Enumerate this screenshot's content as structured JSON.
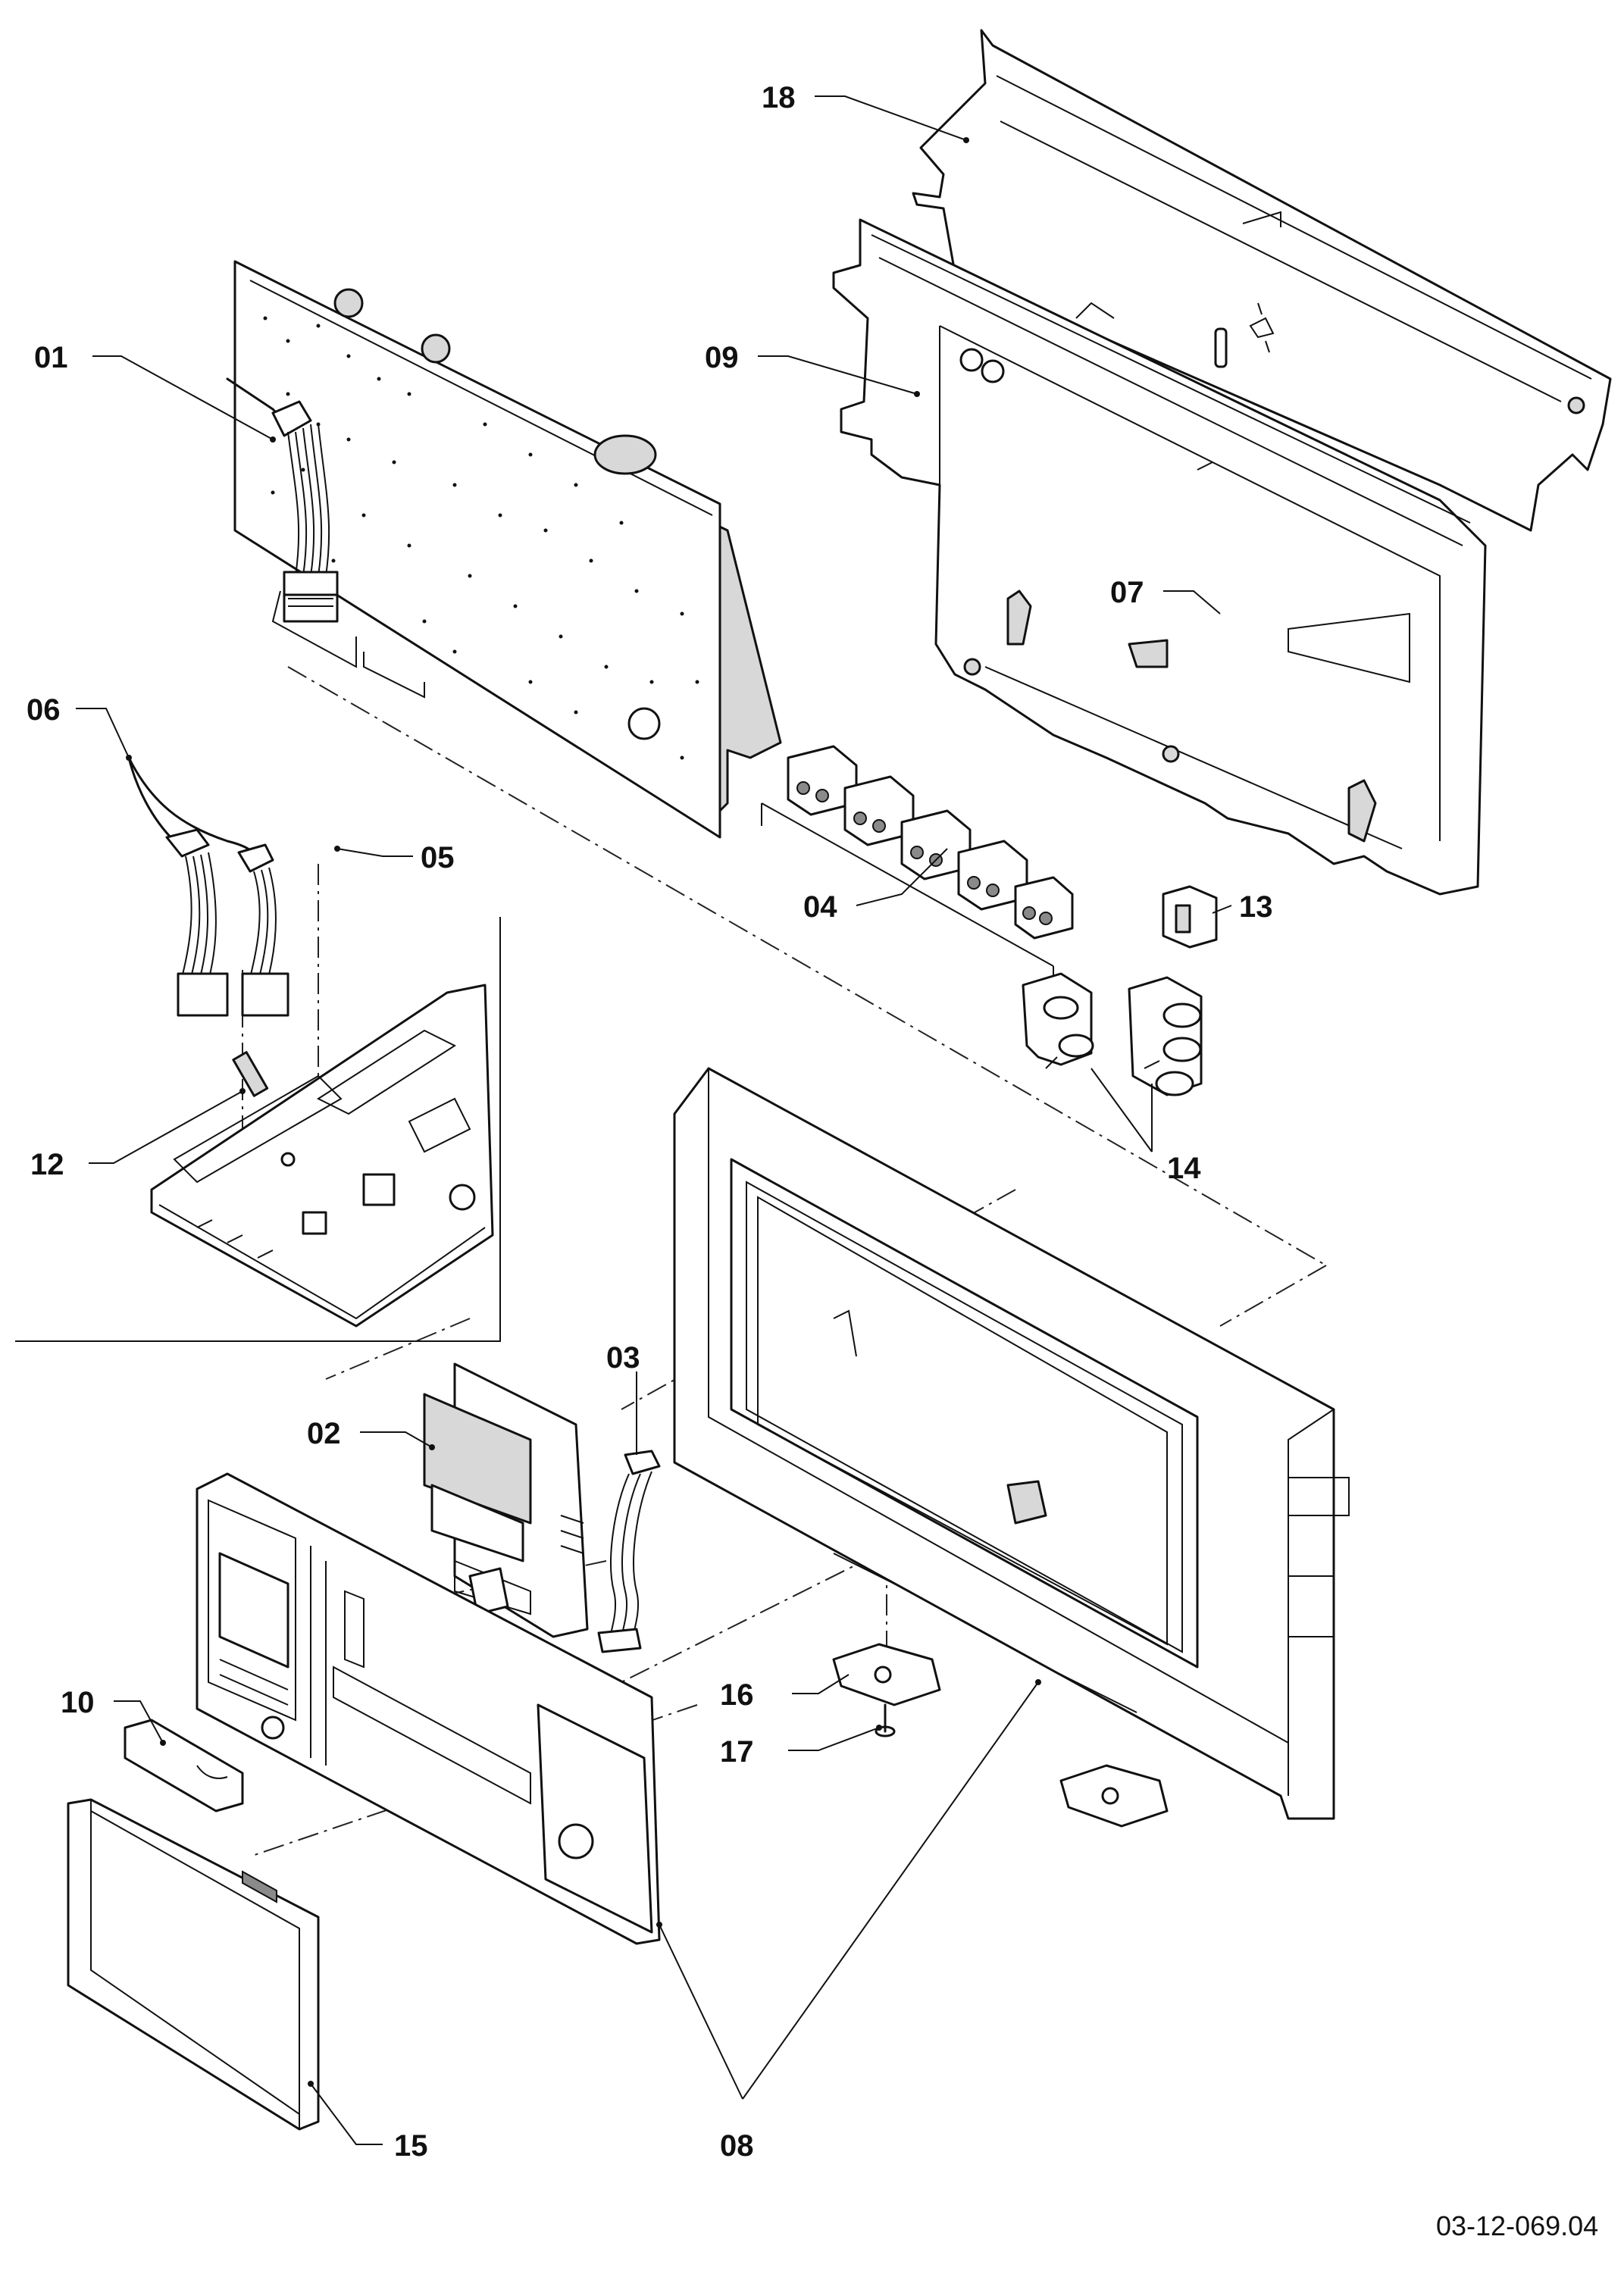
{
  "diagram": {
    "drawing_number": "03-12-069.04",
    "callouts": [
      {
        "id": "c01",
        "text": "01"
      },
      {
        "id": "c02",
        "text": "02"
      },
      {
        "id": "c03",
        "text": "03"
      },
      {
        "id": "c04",
        "text": "04"
      },
      {
        "id": "c05",
        "text": "05"
      },
      {
        "id": "c06",
        "text": "06"
      },
      {
        "id": "c07",
        "text": "07"
      },
      {
        "id": "c08",
        "text": "08"
      },
      {
        "id": "c09",
        "text": "09"
      },
      {
        "id": "c10",
        "text": "10"
      },
      {
        "id": "c12",
        "text": "12"
      },
      {
        "id": "c13",
        "text": "13"
      },
      {
        "id": "c14",
        "text": "14"
      },
      {
        "id": "c15",
        "text": "15"
      },
      {
        "id": "c16",
        "text": "16"
      },
      {
        "id": "c17",
        "text": "17"
      },
      {
        "id": "c18",
        "text": "18"
      }
    ]
  }
}
